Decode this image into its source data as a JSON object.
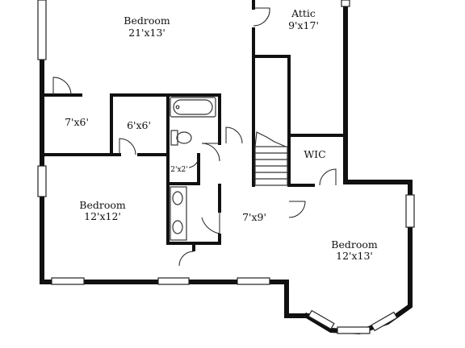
{
  "rooms": {
    "bedroom_top": {
      "name": "Bedroom",
      "dims": "21'x13'"
    },
    "attic": {
      "name": "Attic",
      "dims": "9'x17'"
    },
    "closet_a": {
      "dims": "7'x6'"
    },
    "closet_b": {
      "dims": "6'x6'"
    },
    "linen": {
      "dims": "2'x2'"
    },
    "wic": {
      "name": "WIC"
    },
    "bedroom_left": {
      "name": "Bedroom",
      "dims": "12'x12'"
    },
    "hall": {
      "dims": "7'x9'"
    },
    "bedroom_right": {
      "name": "Bedroom",
      "dims": "12'x13'"
    }
  },
  "colors": {
    "wall": "#111111",
    "background": "#ffffff"
  }
}
